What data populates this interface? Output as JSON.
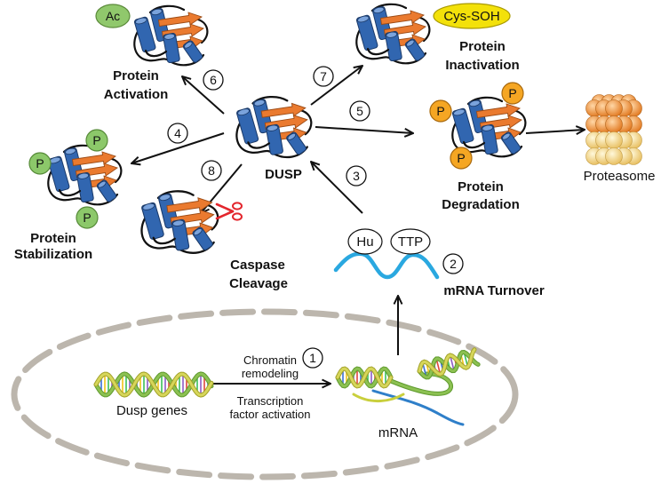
{
  "diagram": {
    "dusp": {
      "label": "DUSP"
    },
    "activation": {
      "modifier": "Ac",
      "label_line1": "Protein",
      "label_line2": "Activation"
    },
    "inactivation": {
      "modifier": "Cys-SOH",
      "label_line1": "Protein",
      "label_line2": "Inactivation"
    },
    "degradation": {
      "modifier": "P",
      "label_line1": "Protein",
      "label_line2": "Degradation"
    },
    "proteasome": {
      "label": "Proteasome"
    },
    "stabilization": {
      "modifier": "P",
      "label_line1": "Protein",
      "label_line2": "Stabilization"
    },
    "caspase": {
      "label_line1": "Caspase",
      "label_line2": "Cleavage"
    },
    "mrna_turnover": {
      "binder1": "Hu",
      "binder2": "TTP",
      "label": "mRNA Turnover"
    },
    "genes": {
      "label": "Dusp genes"
    },
    "mrna": {
      "label": "mRNA"
    },
    "transcription": {
      "above_line1": "Chromatin",
      "above_line2": "remodeling",
      "below_line1": "Transcription",
      "below_line2": "factor activation"
    }
  },
  "steps": {
    "s1": "1",
    "s2": "2",
    "s3": "3",
    "s4": "4",
    "s5": "5",
    "s6": "6",
    "s7": "7",
    "s8": "8"
  },
  "icons": {
    "cleavage": "scissors-icon",
    "degradation_complex": "proteasome-icon"
  },
  "colors": {
    "helix": "#3166b0",
    "strand": "#ea7a2f",
    "acetyl": "#90c86c",
    "cys_soh": "#f3e10a",
    "phospho_orange": "#f5a623",
    "phospho_green": "#8cc86a",
    "mrna_wave": "#2aa8e0",
    "scissors": "#e3262d",
    "nuclear_envelope": "#bcb6ad"
  }
}
